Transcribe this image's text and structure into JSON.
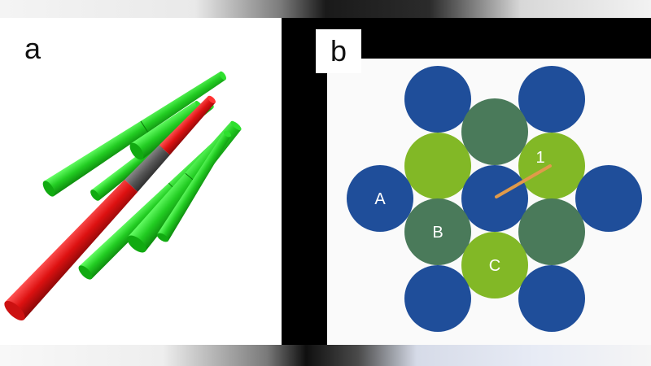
{
  "panel_a": {
    "label": "a",
    "rods": [
      {
        "color": "green"
      },
      {
        "color": "green"
      },
      {
        "color": "green"
      },
      {
        "color": "green"
      },
      {
        "color": "green"
      },
      {
        "color": "green"
      },
      {
        "color": "red",
        "segments": [
          "red",
          "gray",
          "red"
        ]
      }
    ]
  },
  "panel_b": {
    "label": "b",
    "colors": {
      "blue": "#1f4e9a",
      "dark_green": "#4a7a5a",
      "light_green": "#82b826",
      "pointer": "#e09a4a"
    },
    "circle_labels": {
      "A": "A",
      "B": "B",
      "C": "C",
      "one": "1"
    }
  }
}
